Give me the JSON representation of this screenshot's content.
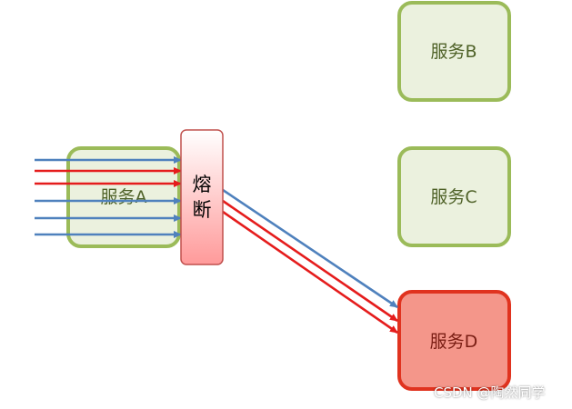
{
  "diagram": {
    "services": {
      "a": {
        "label": "服务A"
      },
      "b": {
        "label": "服务B"
      },
      "c": {
        "label": "服务C"
      },
      "d": {
        "label": "服务D"
      }
    },
    "fuse": {
      "label_line1": "熔",
      "label_line2": "断"
    }
  },
  "watermark": "CSDN @陶然同学",
  "colors": {
    "service_fill": "#ebf1de",
    "service_border": "#9bbb59",
    "service_text": "#4f6228",
    "service_d_fill": "#f4968a",
    "service_d_border": "#e0331f",
    "service_d_text": "#7a1e14",
    "fuse_fill_top": "#ffffff",
    "fuse_fill_bottom": "#ff9a9a",
    "fuse_border": "#c0504d",
    "arrow_blue": "#4f81bd",
    "arrow_red": "#e51c1c"
  },
  "arrows": {
    "incoming": [
      "blue",
      "red",
      "red",
      "blue",
      "blue",
      "blue"
    ],
    "outgoing": [
      "blue",
      "red",
      "red"
    ]
  }
}
